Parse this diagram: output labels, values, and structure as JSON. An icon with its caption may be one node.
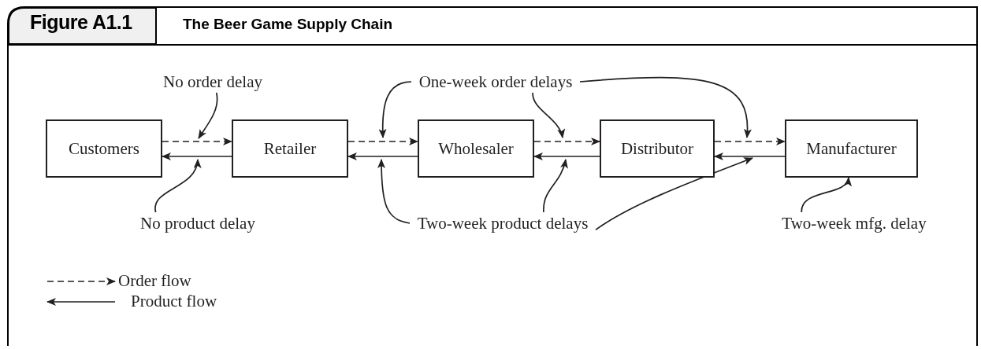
{
  "diagram": {
    "title": "The Beer Game Supply Chain",
    "nodes": [
      {
        "text": [
          "Customers"
        ]
      },
      {
        "text": [
          "Retailer"
        ]
      },
      {
        "text": [
          "Wholesaler"
        ]
      },
      {
        "text": [
          "Distributor"
        ]
      },
      {
        "text": [
          "Manufacturer"
        ]
      },
      {
        "text": [
          "No order delay"
        ]
      },
      {
        "text": [
          "No product delay"
        ]
      },
      {
        "text": [
          "One-week order delays"
        ]
      },
      {
        "text": [
          "Two-week product delays"
        ]
      },
      {
        "text": [
          "Two-week mfg. delay"
        ]
      }
    ],
    "edges": [
      {
        "from": 0,
        "to": 1,
        "arrow": "to",
        "style": "dashed"
      },
      {
        "from": 1,
        "to": 0,
        "arrow": "to"
      },
      {
        "from": 1,
        "to": 2,
        "arrow": "to",
        "style": "dashed"
      },
      {
        "from": 2,
        "to": 1,
        "arrow": "to"
      },
      {
        "from": 2,
        "to": 3,
        "arrow": "to",
        "style": "dashed"
      },
      {
        "from": 3,
        "to": 2,
        "arrow": "to"
      },
      {
        "from": 3,
        "to": 4,
        "arrow": "to",
        "style": "dashed"
      },
      {
        "from": 4,
        "to": 3,
        "arrow": "to"
      },
      {
        "from": 5,
        "to": null,
        "arrow": "to"
      },
      {
        "from": 6,
        "to": null,
        "arrow": "to"
      },
      {
        "from": 7,
        "to": null,
        "arrow": "to"
      },
      {
        "from": 7,
        "to": null,
        "arrow": "to"
      },
      {
        "from": 7,
        "to": null,
        "arrow": "to"
      },
      {
        "from": 8,
        "to": null,
        "arrow": "to"
      },
      {
        "from": 8,
        "to": null,
        "arrow": "to"
      },
      {
        "from": 8,
        "to": null,
        "arrow": "to"
      },
      {
        "from": 9,
        "to": 4,
        "arrow": "to"
      }
    ],
    "labels": [
      "Figure A1.1"
    ],
    "legend": [
      {
        "text": "Order flow"
      },
      {
        "text": "Product flow"
      }
    ]
  }
}
